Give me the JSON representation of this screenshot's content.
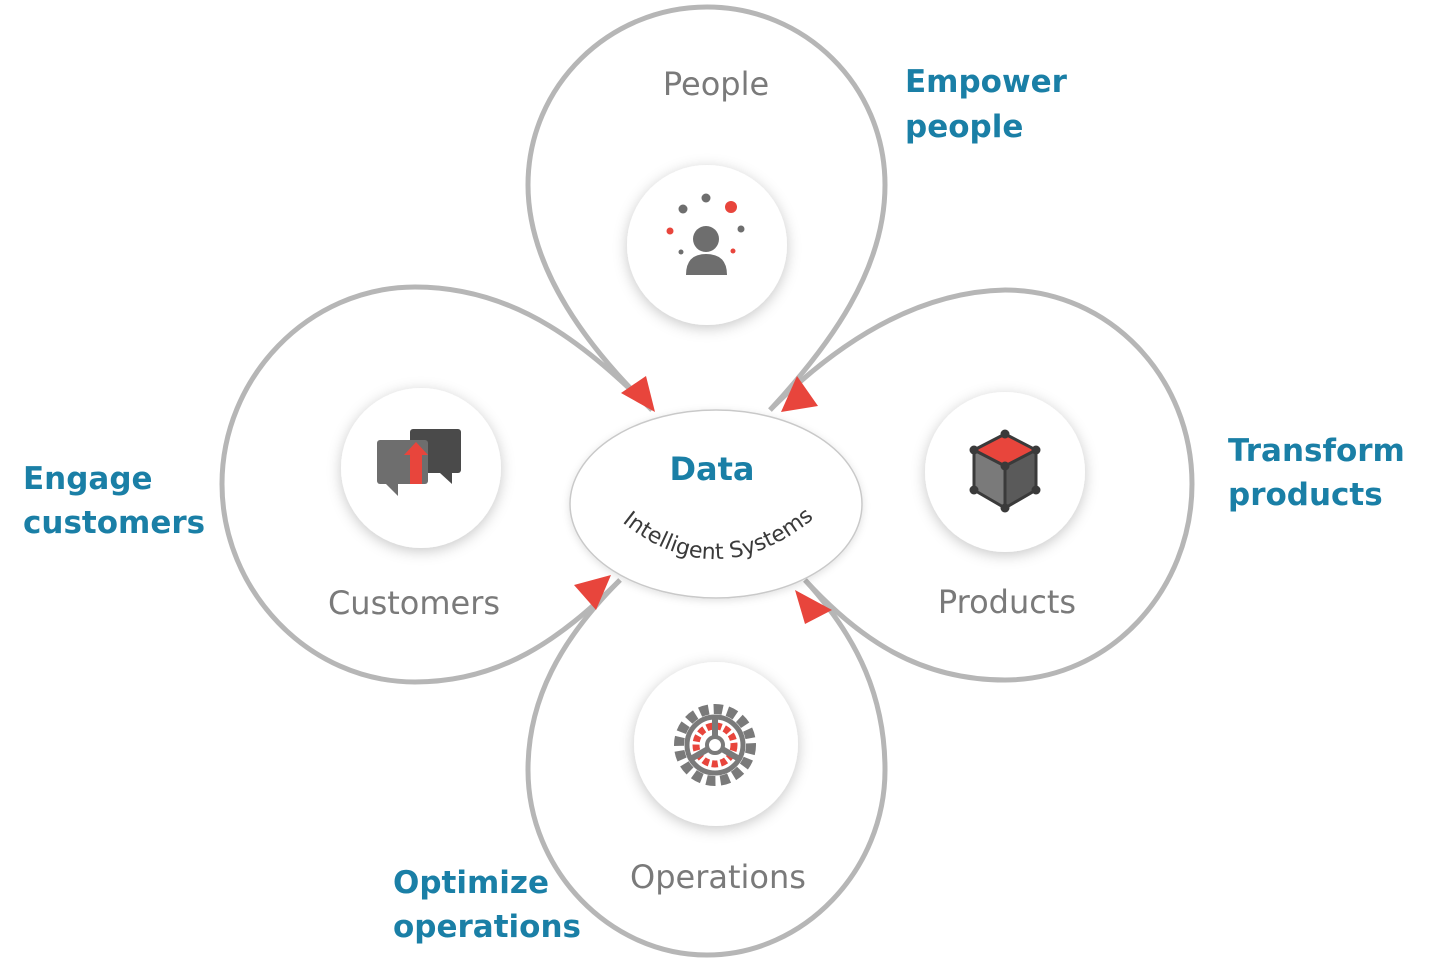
{
  "colors": {
    "accent_text": "#1a7fa6",
    "label_text": "#7a7a7a",
    "arrow": "#e8453c",
    "loop_stroke": "#b6b6b6",
    "icon_gray": "#6e6e6e",
    "icon_dark": "#4a4a4a"
  },
  "center": {
    "title": "Data",
    "subtitle": "Intelligent Systems"
  },
  "nodes": {
    "people": {
      "label": "People",
      "icon": "person-icon"
    },
    "customers": {
      "label": "Customers",
      "icon": "chat-bubbles-icon"
    },
    "products": {
      "label": "Products",
      "icon": "cube-icon"
    },
    "operations": {
      "label": "Operations",
      "icon": "gear-icon"
    }
  },
  "outcomes": {
    "empower": {
      "line1": "Empower",
      "line2": "people"
    },
    "engage": {
      "line1": "Engage",
      "line2": "customers"
    },
    "transform": {
      "line1": "Transform",
      "line2": "products"
    },
    "optimize": {
      "line1": "Optimize",
      "line2": "operations"
    }
  }
}
